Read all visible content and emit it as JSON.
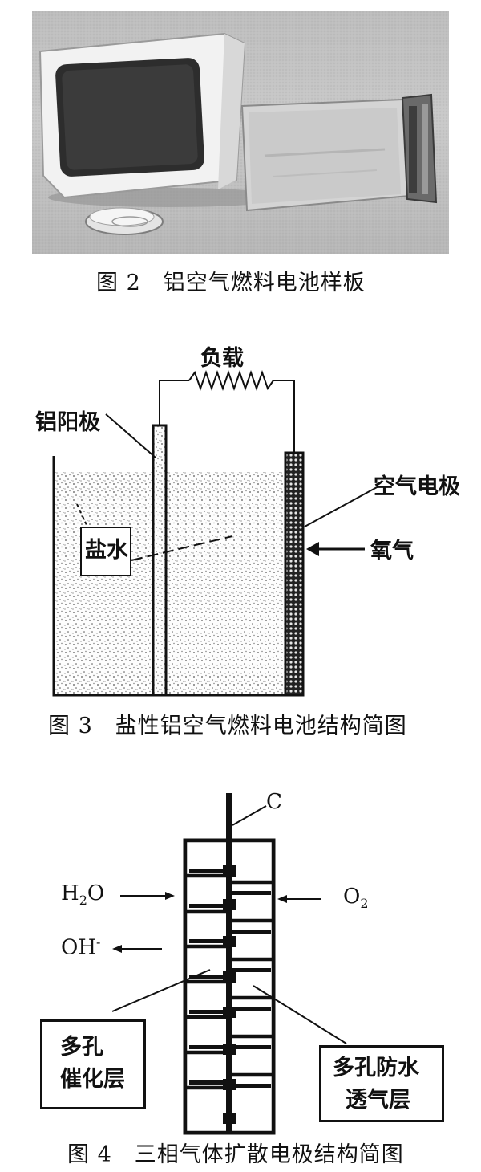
{
  "figure2": {
    "caption": "图 2　铝空气燃料电池样板"
  },
  "figure3": {
    "caption": "图 3　盐性铝空气燃料电池结构简图",
    "labels": {
      "load": "负载",
      "anode": "铝阳极",
      "air_electrode": "空气电极",
      "oxygen": "氧气",
      "salt_water": "盐水"
    }
  },
  "figure4": {
    "caption": "图 4　三相气体扩散电极结构简图",
    "labels": {
      "carbon": "C",
      "water_h": "H",
      "water_sub": "2",
      "water_o": "O",
      "oxygen_o": "O",
      "oxygen_sub": "2",
      "hydroxide": "OH",
      "hydroxide_sup": "-",
      "catalyst_line1": "多孔",
      "catalyst_line2": "催化层",
      "waterproof_line1": "多孔防水",
      "waterproof_line2": "透气层"
    }
  }
}
